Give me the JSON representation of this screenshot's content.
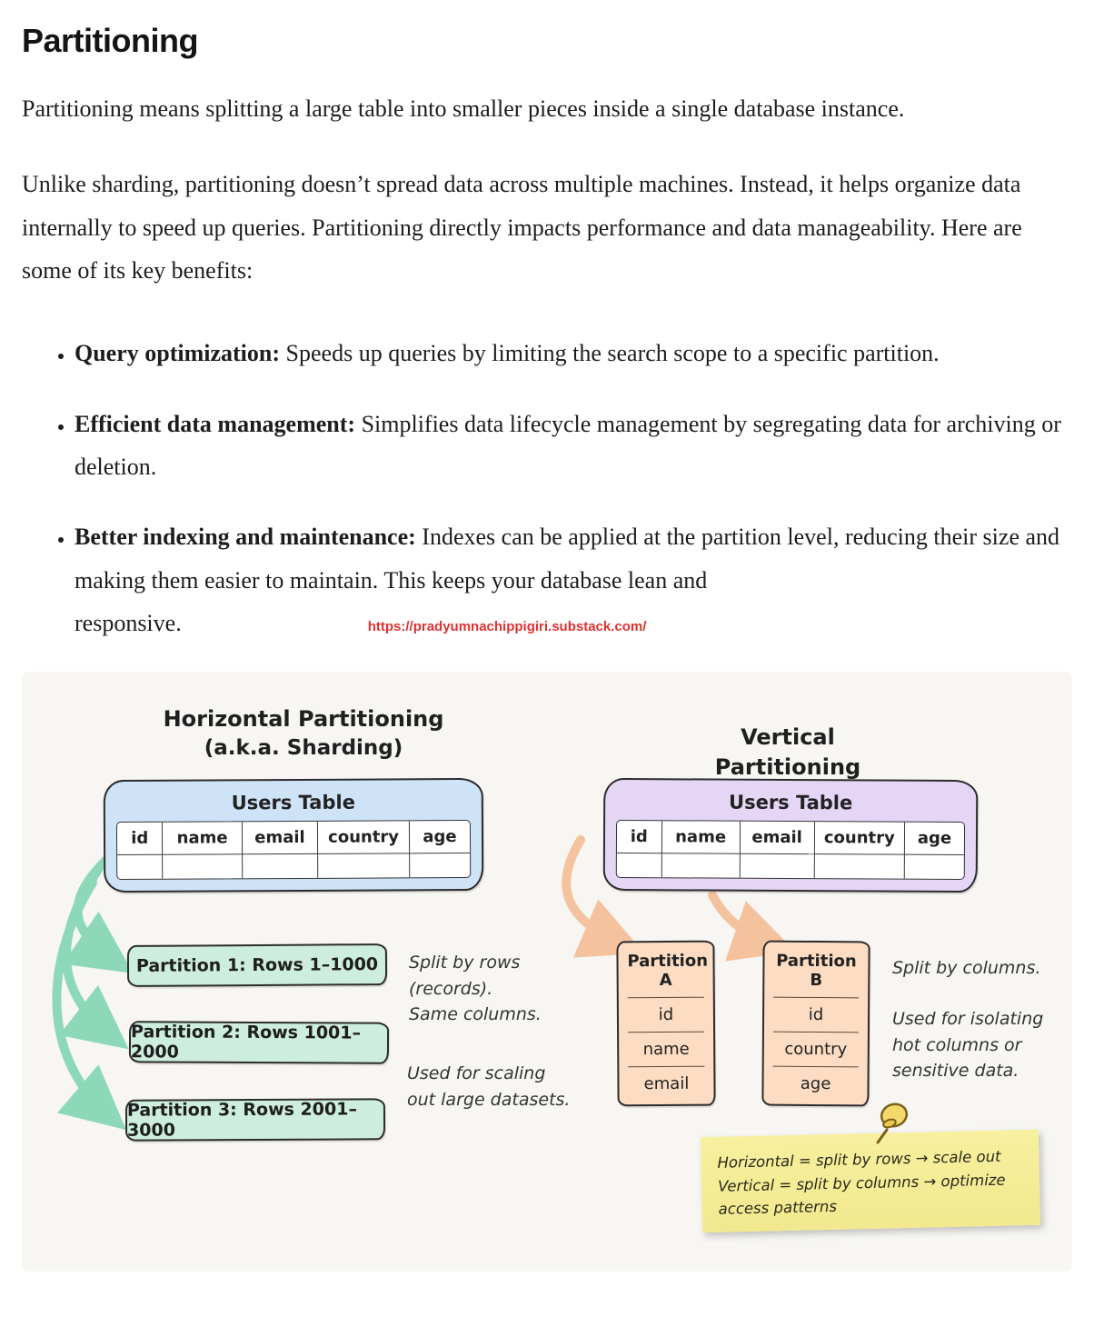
{
  "content": {
    "title": "Partitioning",
    "paragraphs": {
      "p1": "Partitioning means splitting a large table into smaller pieces inside a single database instance.",
      "p2": "Unlike sharding, partitioning doesn’t spread data across multiple machines. Instead, it helps organize data internally to speed up queries. Partitioning directly impacts performance and data manageability. Here are some of its key benefits:"
    },
    "bullets": [
      {
        "bold": "Query optimization:",
        "rest": " Speeds up queries by limiting the search scope to a specific partition."
      },
      {
        "bold": "Efficient data management:",
        "rest": " Simplifies data lifecycle management by segregating data for archiving or deletion."
      },
      {
        "bold": "Better indexing and maintenance:",
        "rest": " Indexes can be applied at the partition level, reducing their size and making them easier to maintain. This keeps your database lean and responsive."
      }
    ],
    "link": "https://pradyumnachippigiri.substack.com/"
  },
  "diagram": {
    "horizontal": {
      "title_line1": "Horizontal Partitioning",
      "title_line2": "(a.k.a. Sharding)",
      "table_title": "Users Table",
      "columns": [
        "id",
        "name",
        "email",
        "country",
        "age"
      ],
      "partitions": [
        "Partition 1: Rows 1–1000",
        "Partition 2: Rows 1001–2000",
        "Partition 3: Rows 2001–3000"
      ],
      "note1": "Split by rows\n(records).\nSame columns.",
      "note2": "Used for scaling\nout large datasets."
    },
    "vertical": {
      "title": "Vertical Partitioning",
      "table_title": "Users Table",
      "columns": [
        "id",
        "name",
        "email",
        "country",
        "age"
      ],
      "partition_a": {
        "title": "Partition A",
        "rows": [
          "id",
          "name",
          "email"
        ]
      },
      "partition_b": {
        "title": "Partition B",
        "rows": [
          "id",
          "country",
          "age"
        ]
      },
      "note1": "Split by columns.",
      "note2": "Used for isolating\nhot columns or\nsensitive data."
    },
    "sticky": {
      "line1": "Horizontal = split by rows → scale out",
      "line2": "Vertical = split by columns → optimize access patterns"
    },
    "colors": {
      "horizontal_table_fill": "#cfe3f8",
      "vertical_table_fill": "#e6d6f6",
      "row_partition_fill": "#cdeede",
      "col_partition_fill": "#fcdcc2",
      "sticky_fill": "#f6ee9f",
      "green_arrow": "#8ed8ba",
      "orange_arrow": "#f4c29c",
      "link_red": "#e03131"
    }
  }
}
